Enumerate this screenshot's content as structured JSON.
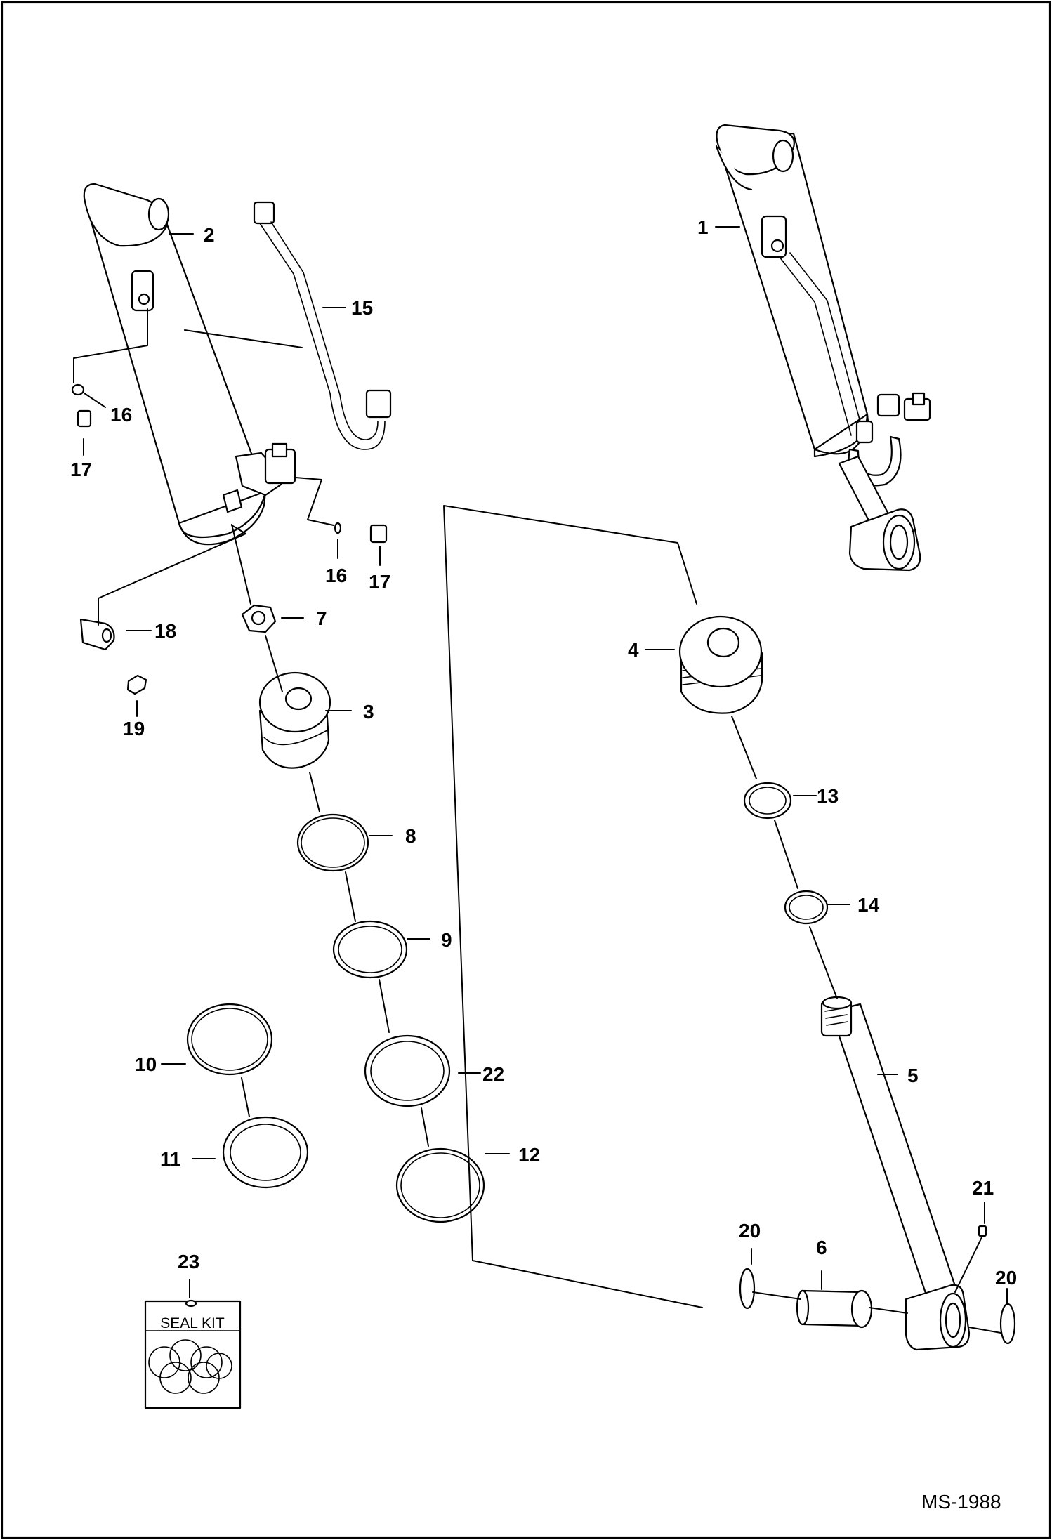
{
  "drawing_number": "MS-1988",
  "seal_kit_label": "SEAL KIT",
  "callouts": {
    "c1": "1",
    "c2": "2",
    "c3": "3",
    "c4": "4",
    "c5": "5",
    "c6": "6",
    "c7": "7",
    "c8": "8",
    "c9": "9",
    "c10": "10",
    "c11": "11",
    "c12": "12",
    "c13": "13",
    "c14": "14",
    "c15": "15",
    "c16a": "16",
    "c16b": "16",
    "c17a": "17",
    "c17b": "17",
    "c18": "18",
    "c19": "19",
    "c20a": "20",
    "c20b": "20",
    "c21": "21",
    "c22": "22",
    "c23": "23"
  }
}
